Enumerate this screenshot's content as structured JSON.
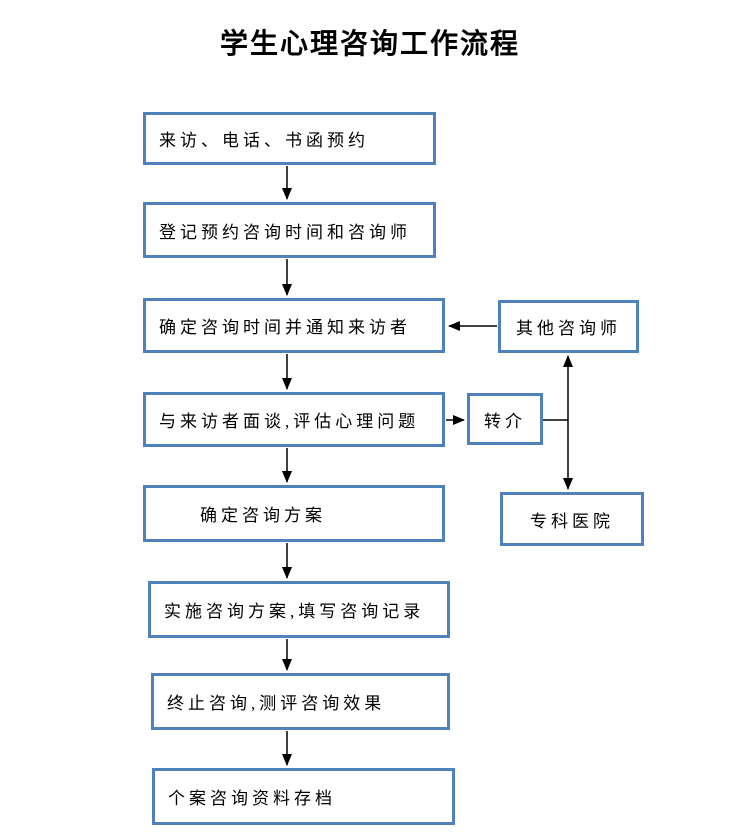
{
  "title": "学生心理咨询工作流程",
  "flowchart": {
    "main_nodes": [
      {
        "label": "来访、电话、书函预约"
      },
      {
        "label": "登记预约咨询时间和咨询师"
      },
      {
        "label": "确定咨询时间并通知来访者"
      },
      {
        "label": "与来访者面谈,评估心理问题"
      },
      {
        "label": "确定咨询方案"
      },
      {
        "label": "实施咨询方案,填写咨询记录"
      },
      {
        "label": "终止咨询,测评咨询效果"
      },
      {
        "label": "个案咨询资料存档"
      }
    ],
    "side_nodes": [
      {
        "label": "其他咨询师"
      },
      {
        "label": "转介"
      },
      {
        "label": "专科医院"
      }
    ],
    "edges": [
      "来访、电话、书函预约 → 登记预约咨询时间和咨询师",
      "登记预约咨询时间和咨询师 → 确定咨询时间并通知来访者",
      "其他咨询师 → 确定咨询时间并通知来访者",
      "确定咨询时间并通知来访者 → 与来访者面谈,评估心理问题",
      "与来访者面谈,评估心理问题 → 转介",
      "转介 ↔ 其他咨询师",
      "转介 ↔ 专科医院",
      "与来访者面谈,评估心理问题 → 确定咨询方案",
      "确定咨询方案 → 实施咨询方案,填写咨询记录",
      "实施咨询方案,填写咨询记录 → 终止咨询,测评咨询效果",
      "终止咨询,测评咨询效果 → 个案咨询资料存档"
    ]
  },
  "colors": {
    "box_border": "#4f81bd",
    "arrow": "#000000",
    "text": "#000000",
    "background": "#ffffff"
  }
}
